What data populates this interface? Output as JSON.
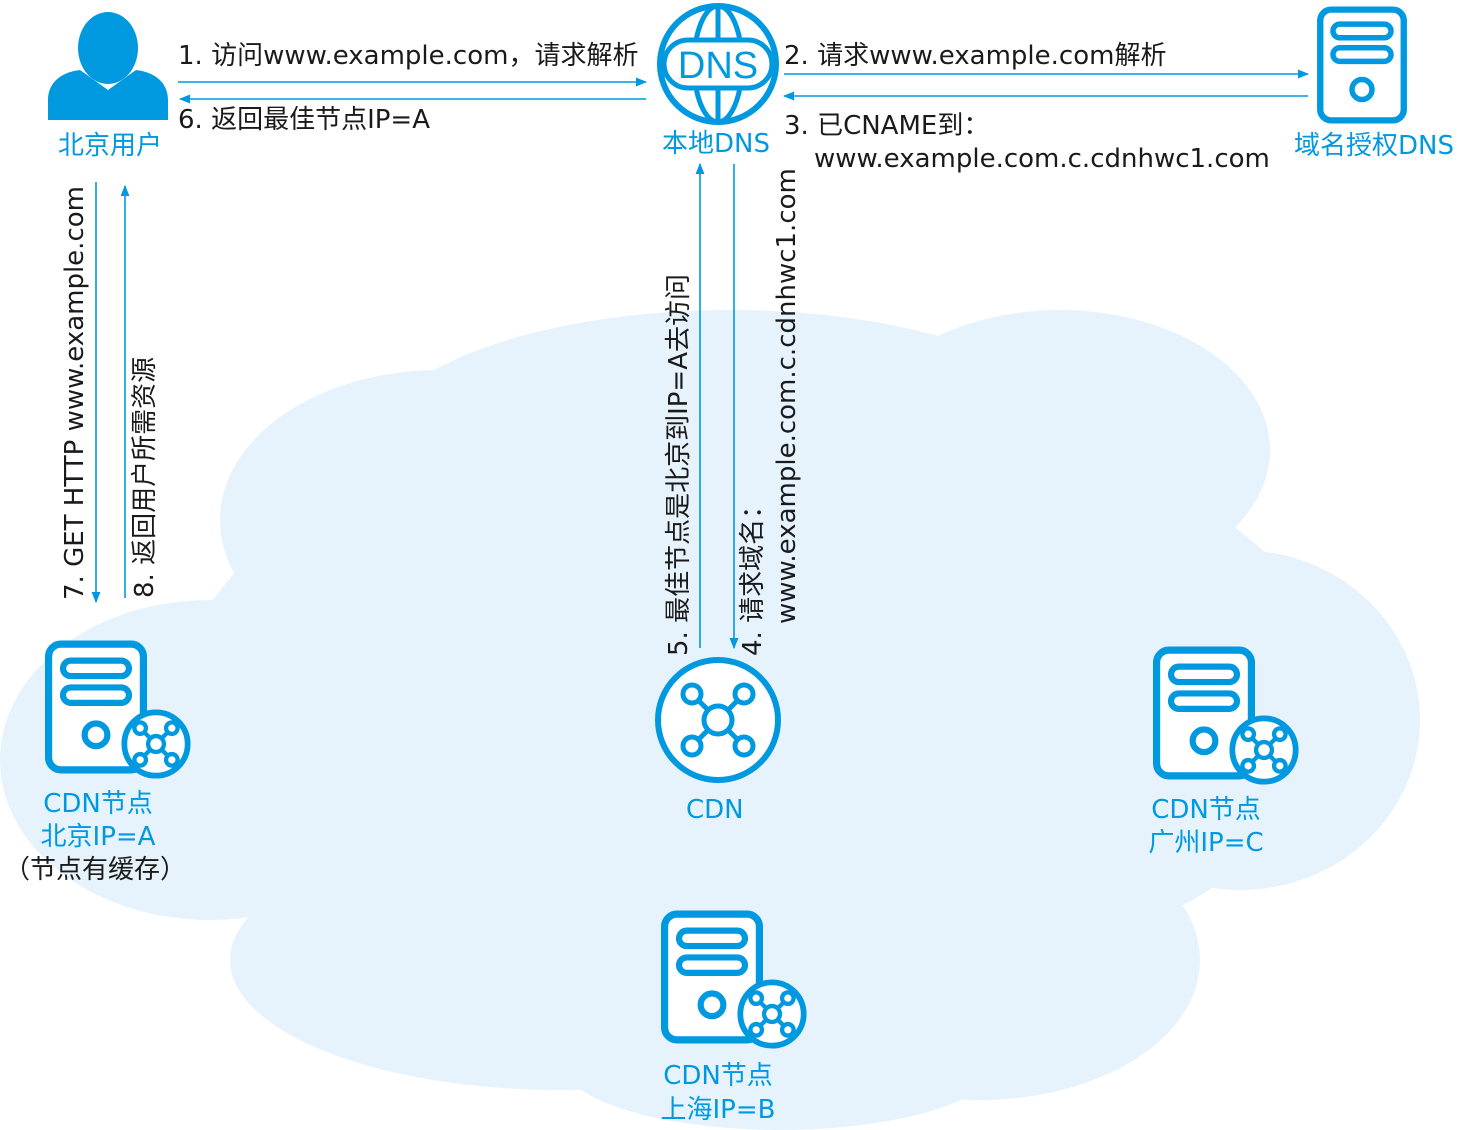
{
  "nodes": {
    "user": "北京用户",
    "local_dns": "本地DNS",
    "auth_dns": "域名授权DNS",
    "cdn": "CDN",
    "node_beijing": [
      "CDN节点",
      "北京IP=A",
      "（节点有缓存）"
    ],
    "node_guangzhou": [
      "CDN节点",
      "广州IP=C"
    ],
    "node_shanghai": [
      "CDN节点",
      "上海IP=B"
    ],
    "dns_badge": "DNS"
  },
  "steps": {
    "s1": "1. 访问www.example.com，请求解析",
    "s2": "2. 请求www.example.com解析",
    "s3_line1": "3. 已CNAME到：",
    "s3_line2": "www.example.com.c.cdnhwc1.com",
    "s4_line1": "4. 请求域名：",
    "s4_line2": "www.example.com.c.cdnhwc1.com",
    "s5": "5. 最佳节点是北京到IP=A去访问",
    "s6": "6. 返回最佳节点IP=A",
    "s7": "7. GET HTTP www.example.com",
    "s8": "8. 返回用户所需资源"
  },
  "colors": {
    "accent": "#0099e0",
    "cloud": "#e6f3fc",
    "text": "#1a1a1a"
  }
}
